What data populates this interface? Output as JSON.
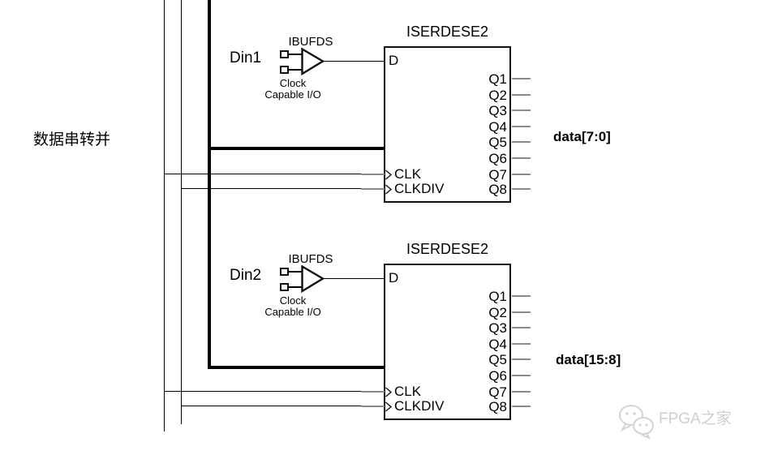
{
  "side_label": "数据串转并",
  "blocks": [
    {
      "input_label": "Din1",
      "buffer_label": "IBUFDS",
      "buffer_caption_line1": "Clock",
      "buffer_caption_line2": "Capable I/O",
      "block_title": "ISERDESE2",
      "port_d": "D",
      "port_clk": "CLK",
      "port_clkdiv": "CLKDIV",
      "outputs": [
        "Q1",
        "Q2",
        "Q3",
        "Q4",
        "Q5",
        "Q6",
        "Q7",
        "Q8"
      ],
      "bus_label": "data[7:0]"
    },
    {
      "input_label": "Din2",
      "buffer_label": "IBUFDS",
      "buffer_caption_line1": "Clock",
      "buffer_caption_line2": "Capable I/O",
      "block_title": "ISERDESE2",
      "port_d": "D",
      "port_clk": "CLK",
      "port_clkdiv": "CLKDIV",
      "outputs": [
        "Q1",
        "Q2",
        "Q3",
        "Q4",
        "Q5",
        "Q6",
        "Q7",
        "Q8"
      ],
      "bus_label": "data[15:8]"
    }
  ],
  "watermark": {
    "text": "FPGA之家",
    "logo_icon": "wechat-chat-bubbles"
  },
  "colors": {
    "wire": "#000000",
    "stub": "#8c8c8c",
    "watermark": "#cfcfcf"
  }
}
